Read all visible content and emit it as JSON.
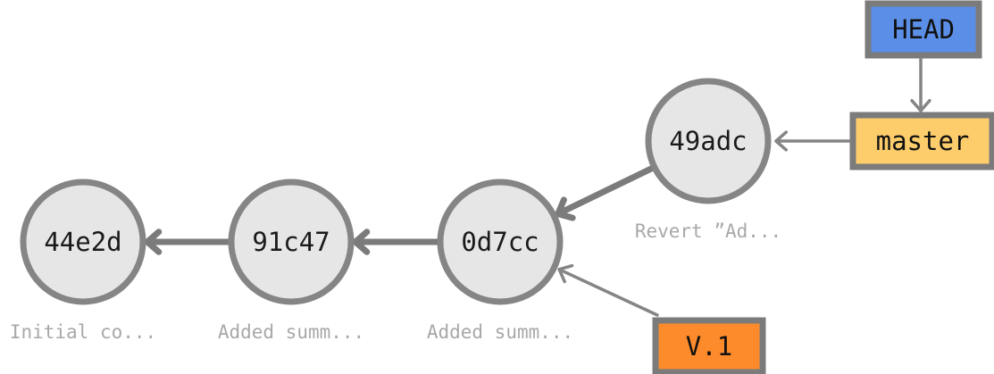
{
  "commits": [
    {
      "id": "c1",
      "hash": "44e2d",
      "message": "Initial co..."
    },
    {
      "id": "c2",
      "hash": "91c47",
      "message": "Added summ..."
    },
    {
      "id": "c3",
      "hash": "0d7cc",
      "message": "Added summ..."
    },
    {
      "id": "c4",
      "hash": "49adc",
      "message": "Revert ”Ad..."
    }
  ],
  "refs": [
    {
      "id": "head",
      "label": "HEAD",
      "color": "#5b8ee6"
    },
    {
      "id": "master",
      "label": "master",
      "color": "#fecd6b"
    },
    {
      "id": "v1",
      "label": "V.1",
      "color": "#fe8b2b"
    }
  ],
  "edges": [
    {
      "from": "c2",
      "to": "c1"
    },
    {
      "from": "c3",
      "to": "c2"
    },
    {
      "from": "c4",
      "to": "c3"
    }
  ],
  "pointers": [
    {
      "from": "head",
      "to": "master"
    },
    {
      "from": "master",
      "to": "c4"
    },
    {
      "from": "v1",
      "to": "c3"
    }
  ]
}
